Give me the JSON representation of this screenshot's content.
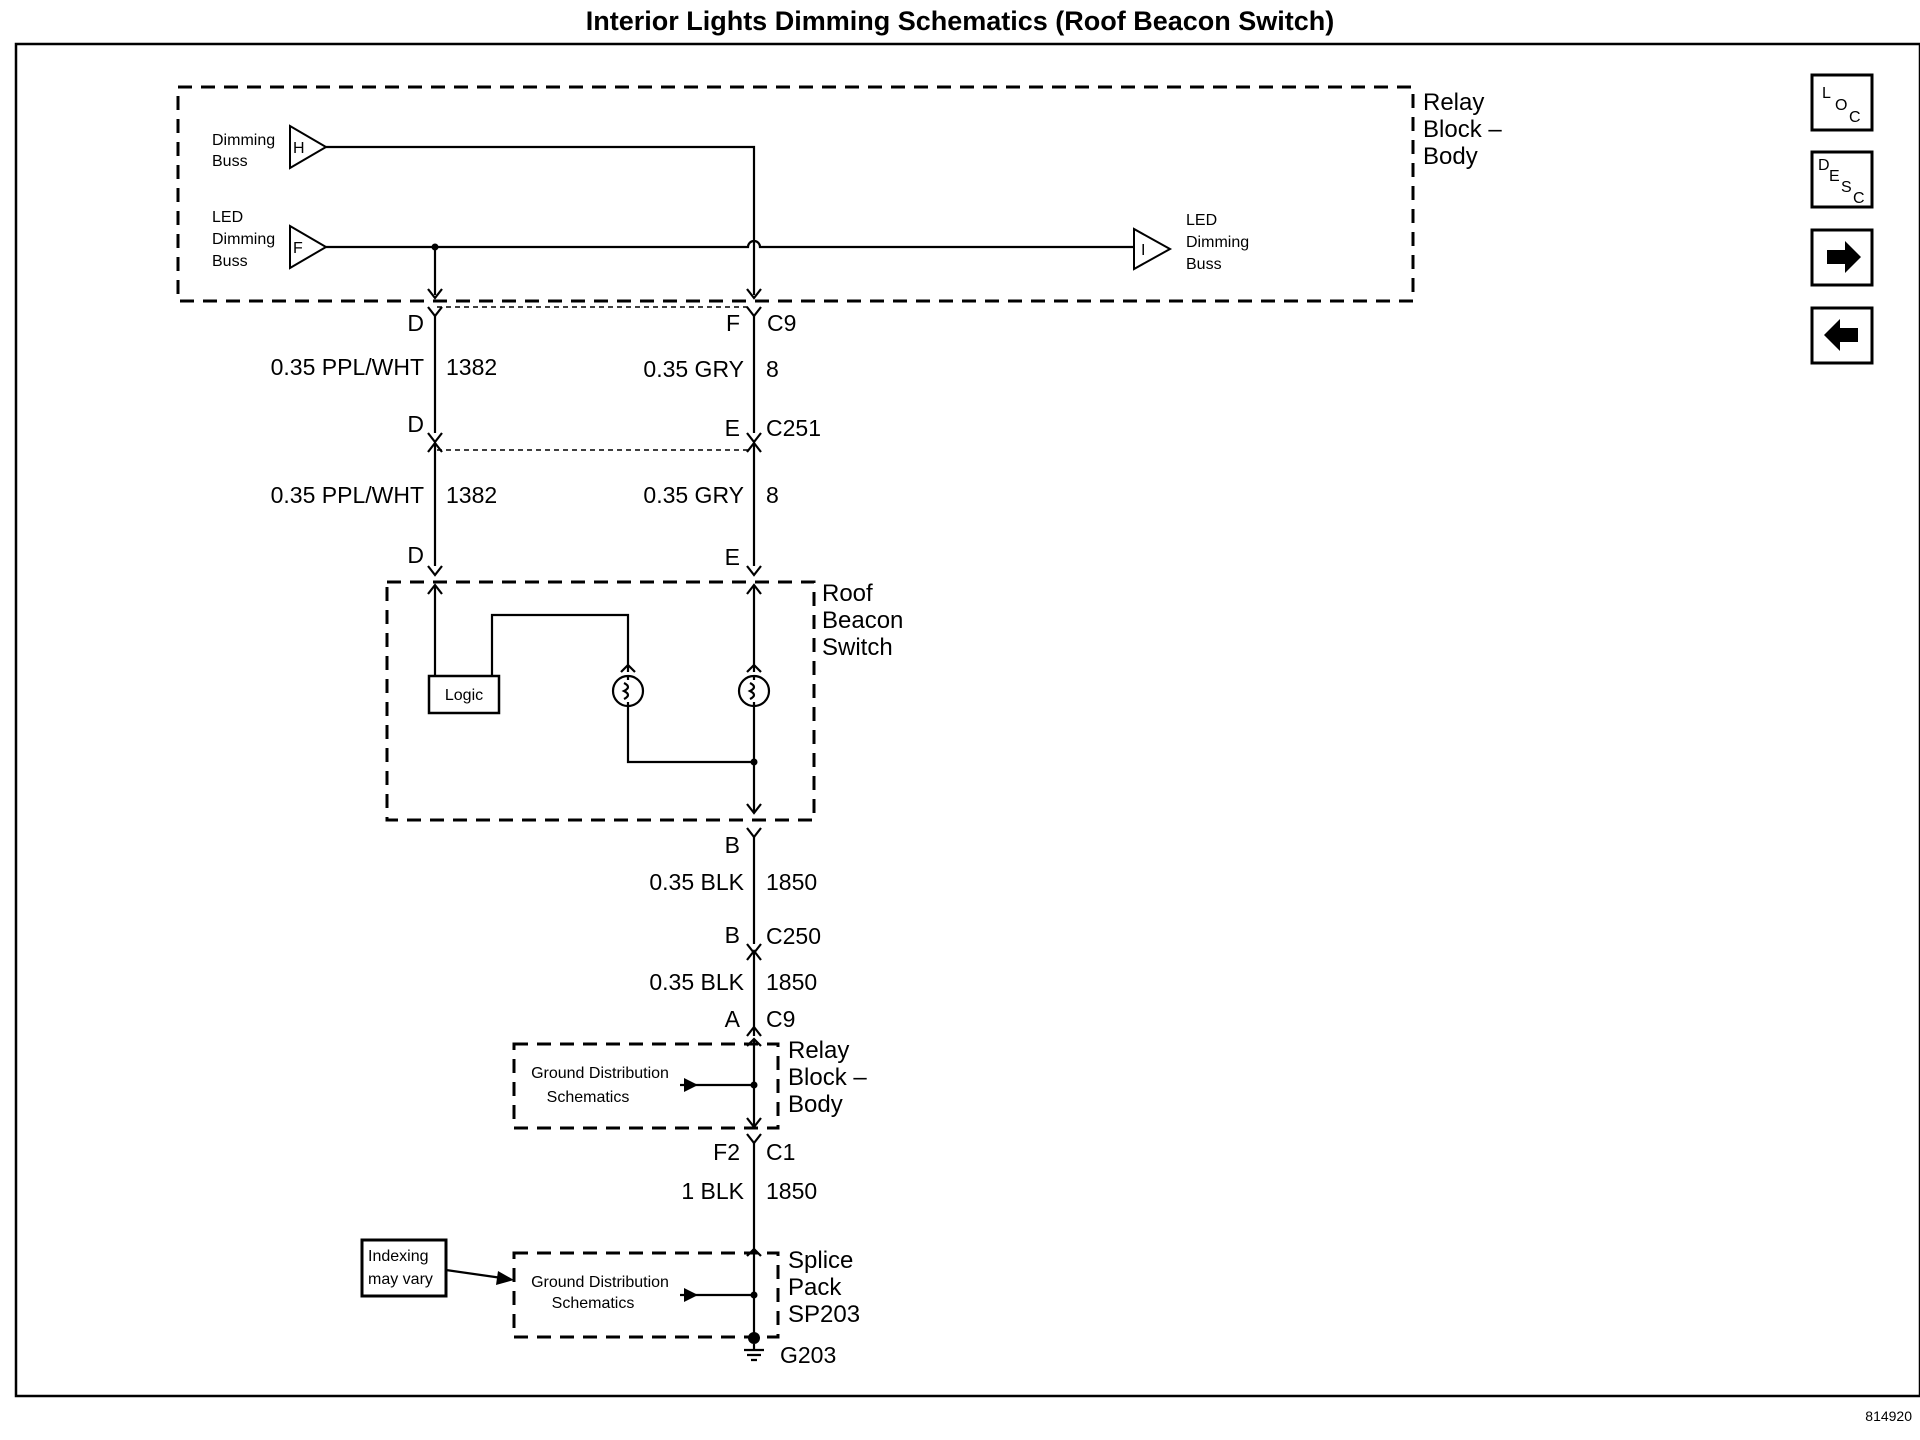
{
  "title": "Interior Lights Dimming Schematics (Roof Beacon Switch)",
  "figure_number": "814920",
  "nav_buttons": {
    "loc": {
      "l1": "L",
      "l2": "O",
      "l3": "C"
    },
    "desc": {
      "l1": "D",
      "l2": "E",
      "l3": "S",
      "l4": "C"
    },
    "next_icon": "right-arrow-icon",
    "prev_icon": "left-arrow-icon"
  },
  "relay_block_top": {
    "label_lines": [
      "Relay",
      "Block –",
      "Body"
    ],
    "dimming_buss": {
      "pin": "H",
      "lines": [
        "Dimming",
        "Buss"
      ]
    },
    "led_dimming_buss_in": {
      "pin": "F",
      "lines": [
        "LED",
        "Dimming",
        "Buss"
      ]
    },
    "led_dimming_buss_out": {
      "pin": "I",
      "lines": [
        "LED",
        "Dimming",
        "Buss"
      ]
    }
  },
  "connectors": {
    "c9_top": {
      "name": "C9",
      "left_pin": "D",
      "right_pin": "F"
    },
    "c251": {
      "name": "C251",
      "left_pin": "D",
      "right_pin": "E"
    },
    "switch_pins": {
      "left_pin": "D",
      "right_pin": "E"
    },
    "switch_bottom": {
      "pin": "B"
    },
    "c250": {
      "name": "C250",
      "pin": "B"
    },
    "c9_bottom": {
      "name": "C9",
      "pin": "A"
    },
    "c1": {
      "name": "C1",
      "pin": "F2"
    },
    "g203": {
      "name": "G203"
    }
  },
  "wires": {
    "upper_left": {
      "label": "0.35 PPL/WHT",
      "circuit": "1382"
    },
    "upper_right": {
      "label": "0.35 GRY",
      "circuit": "8"
    },
    "middle_left": {
      "label": "0.35 PPL/WHT",
      "circuit": "1382"
    },
    "middle_right": {
      "label": "0.35 GRY",
      "circuit": "8"
    },
    "ground_1": {
      "label": "0.35 BLK",
      "circuit": "1850"
    },
    "ground_2": {
      "label": "0.35 BLK",
      "circuit": "1850"
    },
    "ground_3": {
      "label": "1 BLK",
      "circuit": "1850"
    }
  },
  "roof_beacon_switch": {
    "label_lines": [
      "Roof",
      "Beacon",
      "Switch"
    ],
    "logic_label": "Logic"
  },
  "relay_block_bottom": {
    "label_lines": [
      "Relay",
      "Block –",
      "Body"
    ],
    "ground_ref_lines": [
      "Ground Distribution",
      "Schematics"
    ]
  },
  "splice_pack": {
    "label_lines": [
      "Splice",
      "Pack",
      "SP203"
    ],
    "ground_ref_lines": [
      "Ground Distribution",
      "Schematics"
    ]
  },
  "indexing_note": {
    "lines": [
      "Indexing",
      "may vary"
    ]
  }
}
